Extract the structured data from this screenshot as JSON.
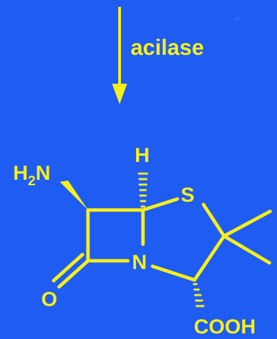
{
  "reaction": {
    "enzyme_label": "acilase"
  },
  "molecule": {
    "labels": {
      "amine_h": "H",
      "amine_n": "N",
      "amine_subscript": "2",
      "ring_h": "H",
      "sulfur": "S",
      "nitrogen": "N",
      "oxygen": "O",
      "carboxyl": "COOH"
    }
  },
  "colors": {
    "background": "#1f5cf2",
    "foreground": "#f7ef1a"
  }
}
